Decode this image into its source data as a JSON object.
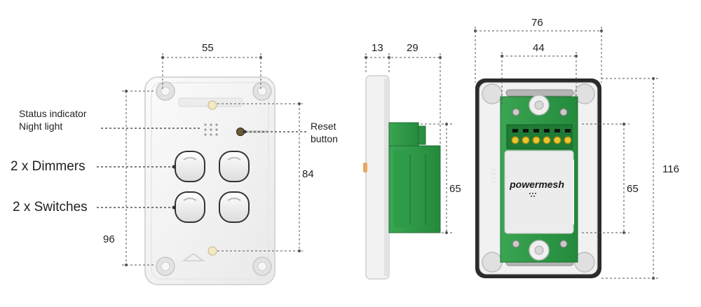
{
  "labels": {
    "status_indicator": "Status indicator",
    "night_light": "Night light",
    "dimmers": "2 x Dimmers",
    "switches": "2 x Switches",
    "reset_line1": "Reset",
    "reset_line2": "button"
  },
  "dimensions": {
    "front_width": "55",
    "front_height_mounting": "84",
    "front_height_total": "96",
    "side_depth_front": "13",
    "side_depth_back": "29",
    "side_module_height": "65",
    "back_width_total": "76",
    "back_width_module": "44",
    "back_module_height": "65",
    "back_height_total": "116"
  },
  "brand": {
    "logo_text": "powermesh"
  },
  "colors": {
    "plate": "#f4f4f4",
    "plate_edge": "#d9d9d9",
    "module_green": "#2f9a48",
    "module_dark_green": "#1f7a35",
    "terminal_yellow": "#e7c62e",
    "back_frame": "#2b2b2b",
    "dim_line": "#555555"
  }
}
